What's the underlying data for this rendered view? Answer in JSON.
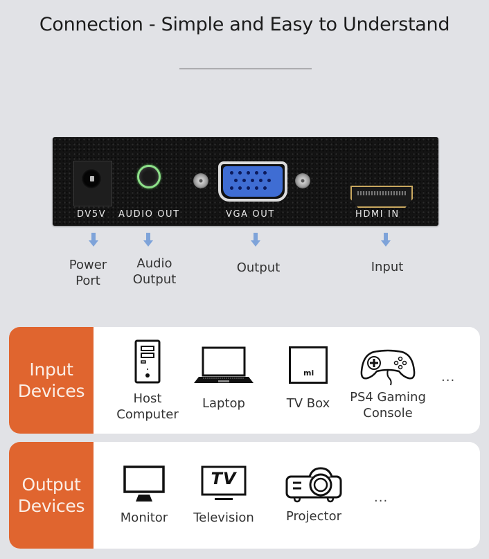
{
  "header": {
    "title": "Connection - Simple and Easy to Understand"
  },
  "device": {
    "ports": [
      {
        "label": "DV5V",
        "icon": "dc-power-jack-icon"
      },
      {
        "label": "AUDIO OUT",
        "icon": "audio-jack-icon"
      },
      {
        "label": "VGA OUT",
        "icon": "vga-port-icon"
      },
      {
        "label": "HDMI IN",
        "icon": "hdmi-port-icon"
      }
    ]
  },
  "captions": [
    {
      "line1": "Power",
      "line2": "Port"
    },
    {
      "line1": "Audio",
      "line2": "Output"
    },
    {
      "line1": "Output",
      "line2": ""
    },
    {
      "line1": "Input",
      "line2": ""
    }
  ],
  "input_devices": {
    "title_line1": "Input",
    "title_line2": "Devices",
    "items": [
      {
        "line1": "Host",
        "line2": "Computer",
        "icon": "desktop-tower-icon"
      },
      {
        "line1": "Laptop",
        "line2": "",
        "icon": "laptop-icon"
      },
      {
        "line1": "TV Box",
        "line2": "",
        "icon": "tv-box-icon",
        "icon_text": "mi"
      },
      {
        "line1": "PS4 Gaming",
        "line2": "Console",
        "icon": "gamepad-icon"
      }
    ],
    "more": "..."
  },
  "output_devices": {
    "title_line1": "Output",
    "title_line2": "Devices",
    "items": [
      {
        "line1": "Monitor",
        "icon": "monitor-icon"
      },
      {
        "line1": "Television",
        "icon": "television-icon",
        "icon_text": "TV"
      },
      {
        "line1": "Projector",
        "icon": "projector-icon"
      }
    ],
    "more": "..."
  },
  "colors": {
    "background": "#e1e2e6",
    "accent_orange": "#e0652f",
    "arrow_blue": "#7ea3d9",
    "device_body": "#141414"
  }
}
